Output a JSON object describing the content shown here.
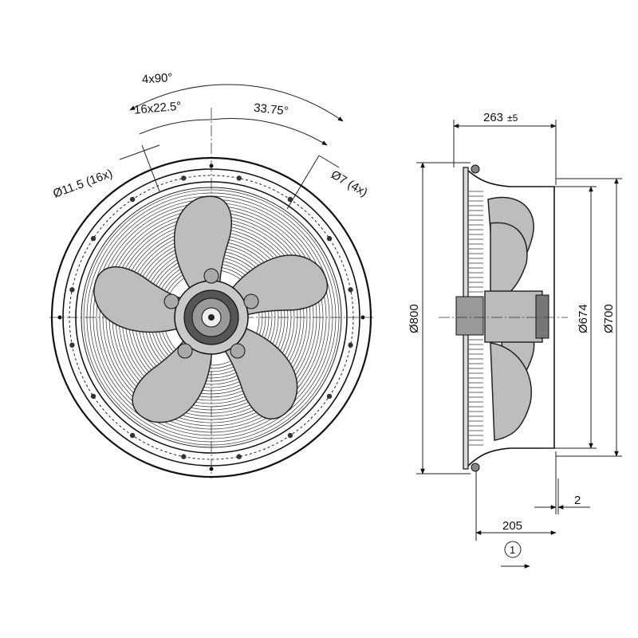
{
  "front_view": {
    "angle_total": "4x90°",
    "angle_pitch": "16x22.5°",
    "angle_offset": "33.75°",
    "hole_outer": "Ø11.5 (16x)",
    "hole_inner": "Ø7 (4x)"
  },
  "side_view": {
    "depth_total": "263",
    "depth_tolerance": "±5",
    "diameter_outer": "Ø800",
    "diameter_nozzle": "Ø674",
    "diameter_ring": "Ø700",
    "flange_thickness": "2",
    "depth_nozzle": "205",
    "airflow_marker": "1"
  }
}
